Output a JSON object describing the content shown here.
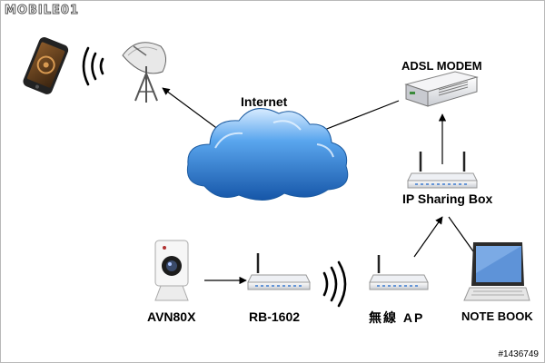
{
  "watermark": "MOBILE01",
  "image_id": "#1436749",
  "labels": {
    "internet": "Internet",
    "adsl_modem": "ADSL MODEM",
    "ip_sharing_box": "IP Sharing Box",
    "avn80x": "AVN80X",
    "rb1602": "RB-1602",
    "wireless_ap": "無線 AP",
    "notebook": "NOTE BOOK"
  },
  "icons": [
    "phone-icon",
    "satellite-dish-icon",
    "cloud-icon",
    "adsl-modem-icon",
    "router-icon",
    "ip-camera-icon",
    "notebook-icon",
    "wireless-signal-icon"
  ],
  "colors": {
    "cloud": "#2e7fd2",
    "line": "#000000"
  }
}
